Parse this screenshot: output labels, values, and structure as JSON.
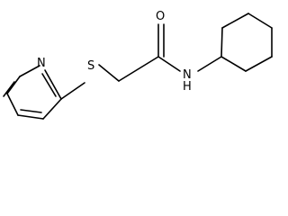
{
  "molecule": {
    "atoms": {
      "N_pyridine": "N",
      "S": "S",
      "O": "O",
      "N_amide": "N",
      "H_amide": "H"
    }
  }
}
